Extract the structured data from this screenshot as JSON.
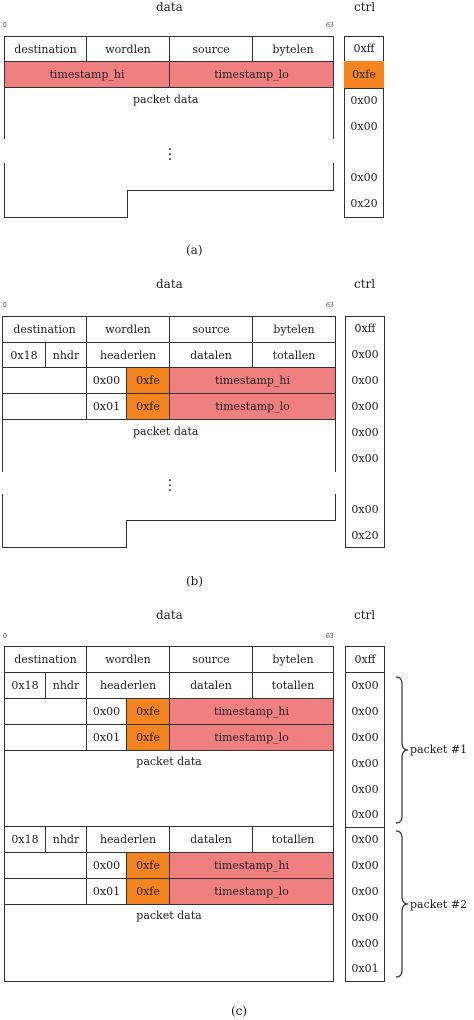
{
  "headers": {
    "data": "data",
    "ctrl": "ctrl",
    "bit_start": "0",
    "bit_end": "63"
  },
  "fields": {
    "destination": "destination",
    "wordlen": "wordlen",
    "source": "source",
    "bytelen": "bytelen",
    "timestamp_hi": "timestamp_hi",
    "timestamp_lo": "timestamp_lo",
    "packet_data": "packet data",
    "x18": "0x18",
    "nhdr": "nhdr",
    "headerlen": "headerlen",
    "datalen": "datalen",
    "totallen": "totallen",
    "x00": "0x00",
    "x01": "0x01",
    "xfe": "0xfe"
  },
  "ctrl": {
    "a": [
      "0xff",
      "0xfe",
      "0x00",
      "0x00",
      "0x00",
      "0x20"
    ],
    "b": [
      "0xff",
      "0x00",
      "0x00",
      "0x00",
      "0x00",
      "0x00",
      "0x00",
      "0x20"
    ],
    "c": [
      "0xff",
      "0x00",
      "0x00",
      "0x00",
      "0x00",
      "0x00",
      "0x00",
      "0x00",
      "0x00",
      "0x00",
      "0x00",
      "0x00",
      "0x01"
    ]
  },
  "captions": {
    "a": "(a)",
    "b": "(b)",
    "c": "(c)"
  },
  "packets": {
    "p1": "packet #1",
    "p2": "packet #2"
  },
  "colors": {
    "timestamp": "#f08080",
    "marker": "#f48420"
  }
}
